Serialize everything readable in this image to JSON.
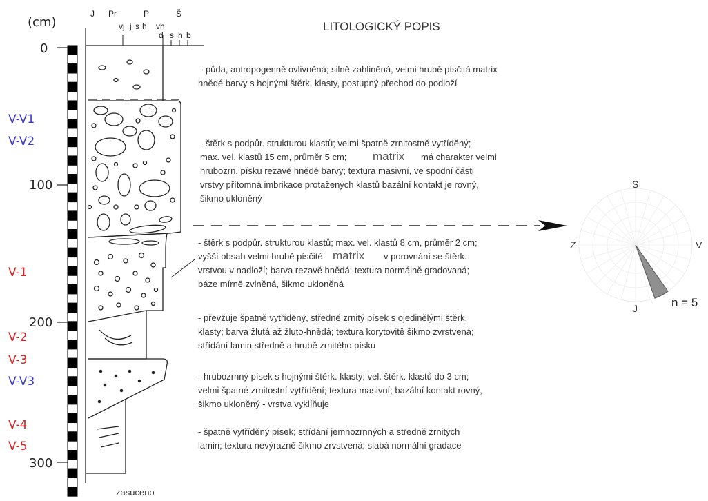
{
  "title": "LITOLOGICKÝ POPIS",
  "unit_label": "(cm)",
  "depth_ticks": [
    {
      "label": "0",
      "value": 0
    },
    {
      "label": "100",
      "value": 100
    },
    {
      "label": "200",
      "value": 200
    },
    {
      "label": "300",
      "value": 300
    }
  ],
  "grain_size_scale": {
    "groups": [
      "J",
      "Pr",
      "P",
      "Š"
    ],
    "sub": [
      "vj",
      "j",
      "s",
      "h",
      "vh",
      "d",
      "s",
      "h",
      "b"
    ]
  },
  "samples": [
    {
      "label": "V-V1",
      "color": "#3a3ad0"
    },
    {
      "label": "V-V2",
      "color": "#3a3ad0"
    },
    {
      "label": "V-1",
      "color": "#e02020"
    },
    {
      "label": "V-2",
      "color": "#e02020"
    },
    {
      "label": "V-3",
      "color": "#e02020"
    },
    {
      "label": "V-V3",
      "color": "#3a3ad0"
    },
    {
      "label": "V-4",
      "color": "#e02020"
    },
    {
      "label": "V-5",
      "color": "#e02020"
    }
  ],
  "layers": [
    {
      "lines": [
        "- půda, antropogenně ovlivněná; silně zahliněná, velmi hrubě písčitá matrix",
        "hnědé barvy s hojnými štěrk. klasty, postupný přechod do podloží"
      ]
    },
    {
      "lines": [
        "- štěrk s podpůr. strukturou klastů; velmi špatně zrnitostně vytříděný;",
        "max. vel. klastů 15 cm, průměr 5 cm;",
        "má charakter velmi",
        "hrubozrn. písku rezavě hnědé barvy; textura masivní, ve spodní části",
        "vrstvy přítomná imbrikace protažených klastů bazální kontakt je rovný,",
        "šikmo ukloněný"
      ]
    },
    {
      "lines": [
        "- štěrk s podpůr. strukturou klastů; max. vel. klastů 8 cm, průměr 2 cm;",
        "vyšší obsah velmi hrubě písčité",
        "v porovnání se štěrk.",
        "vrstvou v nadloží; barva rezavě hnědá; textura normálně gradovaná;",
        "báze mírně zvlněná, šikmo ukloněná"
      ]
    },
    {
      "lines": [
        "- převžuje špatně vytříděný, středně zrnitý písek s ojedinělými štěrk.",
        "klasty; barva žlutá až žluto-hnědá; textura korytovitě šikmo zvrstvená;",
        "střídání lamin středně a hrubě zrnitého písku"
      ]
    },
    {
      "lines": [
        "- hrubozrnný písek s hojnými štěrk. klasty; vel. štěrk. klastů do 3 cm;",
        "velmi špatné zrnitostní vytřídění; textura masivní; bazální kontakt rovný,",
        "šikmo ukloněný - vrstva vyklíňuje"
      ]
    },
    {
      "lines": [
        "- špatně vytříděný písek; střídání jemnozrnných a středně zrnitých",
        "lamin; textura nevýrazně šikmo zrvstvená; slabá normální gradace"
      ]
    }
  ],
  "matrix_word": "matrix",
  "bottom_label": "zasuceno",
  "rose": {
    "directions": {
      "north": "S",
      "south": "J",
      "west": "Z",
      "east": "V"
    },
    "n_label": "n = 5",
    "sector_from_deg": 145,
    "sector_to_deg": 160,
    "sector_color": "#909090"
  }
}
